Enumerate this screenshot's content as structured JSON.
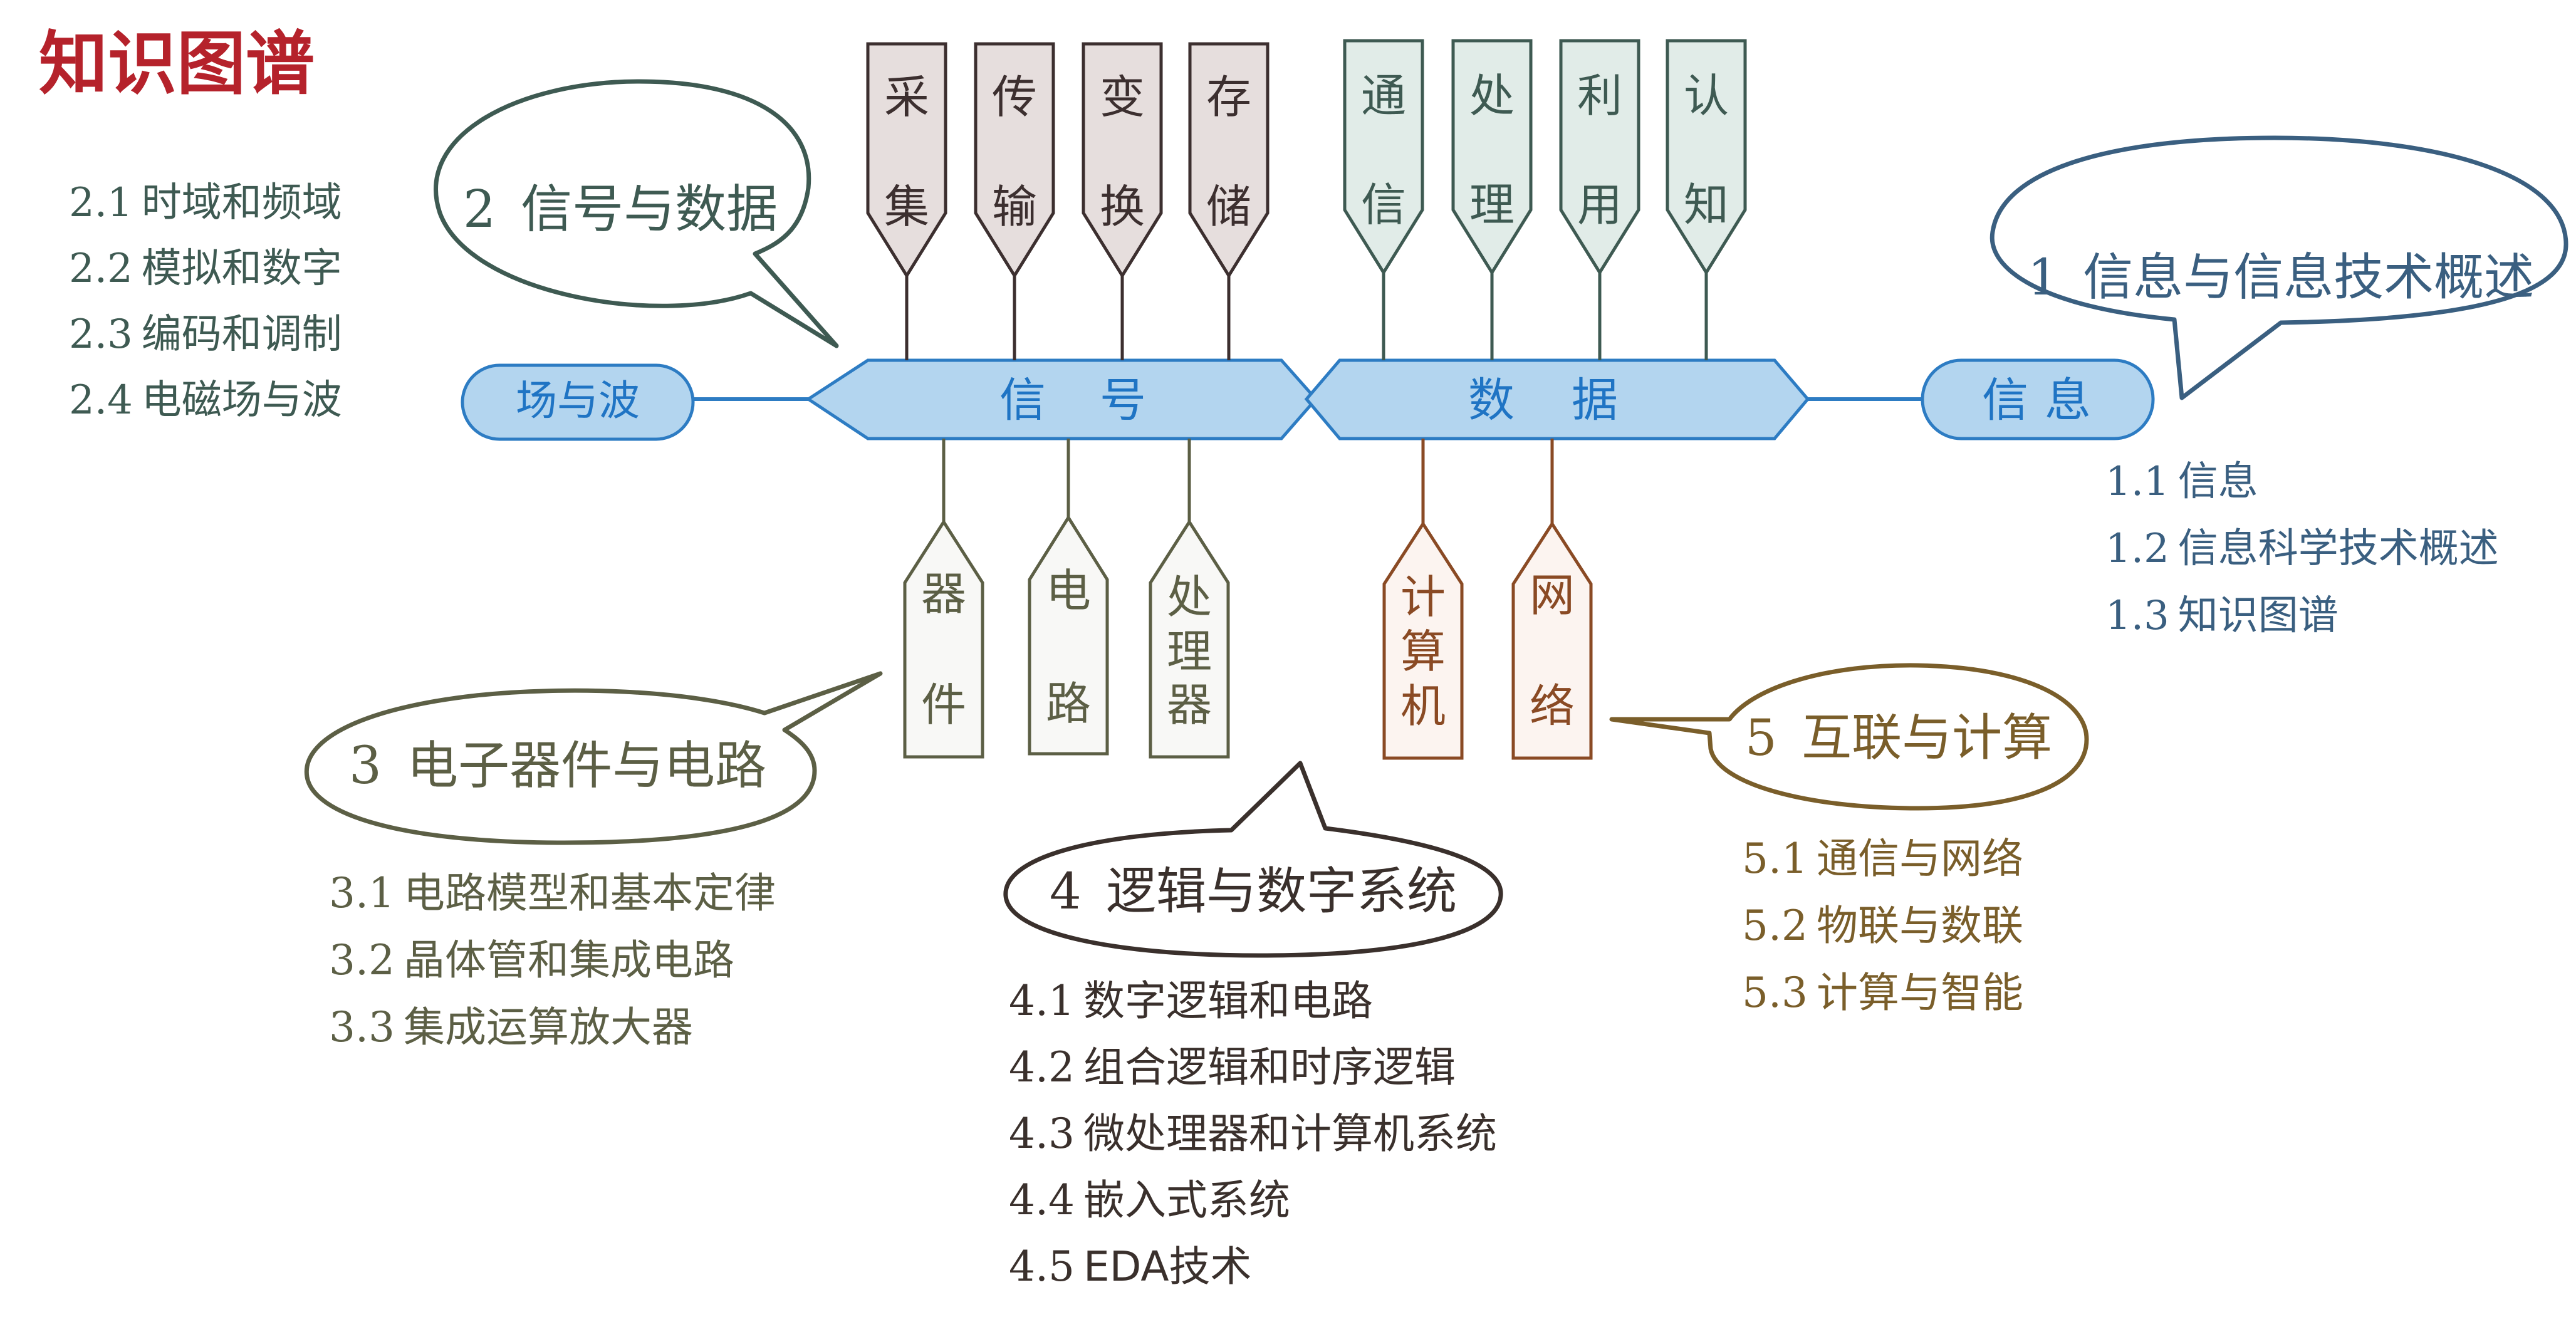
{
  "title": "知识图谱",
  "colors": {
    "title": "#b5222b",
    "spine_fill": "#b3d5ef",
    "spine_stroke": "#2d7cc3",
    "spine_text": "#1f74c4",
    "ch1": "#3a5f80",
    "ch2": "#3e5a52",
    "ch3": "#5a5a3e",
    "ch4": "#3a302c",
    "ch5": "#7a5e2a",
    "tag_brown_fill": "#e6dedd",
    "tag_brown_stroke": "#3c2f2f",
    "tag_green_fill": "#e1ece8",
    "tag_green_stroke": "#3e5a52",
    "tag_olive_fill": "#f8f8f6",
    "tag_olive_stroke": "#5c5f45",
    "tag_rust_fill": "#fcf4f0",
    "tag_rust_stroke": "#8a4a24"
  },
  "spine": {
    "left_node": "场与波",
    "signal": [
      "信",
      "号"
    ],
    "data": [
      "数",
      "据"
    ],
    "right_node": [
      "信",
      "息"
    ]
  },
  "top_tags_signal": [
    {
      "chars": [
        "采",
        "集"
      ]
    },
    {
      "chars": [
        "传",
        "输"
      ]
    },
    {
      "chars": [
        "变",
        "换"
      ]
    },
    {
      "chars": [
        "存",
        "储"
      ]
    }
  ],
  "top_tags_data": [
    {
      "chars": [
        "通",
        "信"
      ]
    },
    {
      "chars": [
        "处",
        "理"
      ]
    },
    {
      "chars": [
        "利",
        "用"
      ]
    },
    {
      "chars": [
        "认",
        "知"
      ]
    }
  ],
  "bottom_tags_circuit": [
    {
      "chars": [
        "器",
        "件"
      ]
    },
    {
      "chars": [
        "电",
        "路"
      ]
    },
    {
      "chars": [
        "处",
        "理",
        "器"
      ]
    }
  ],
  "bottom_tags_compute": [
    {
      "chars": [
        "计",
        "算",
        "机"
      ]
    },
    {
      "chars": [
        "网",
        "络"
      ]
    }
  ],
  "chapters": {
    "ch1": {
      "num": "1",
      "label": "信息与信息技术概述",
      "sections": [
        {
          "num": "1.1",
          "text": "信息"
        },
        {
          "num": "1.2",
          "text": "信息科学技术概述"
        },
        {
          "num": "1.3",
          "text": "知识图谱"
        }
      ]
    },
    "ch2": {
      "num": "2",
      "label": "信号与数据",
      "sections": [
        {
          "num": "2.1",
          "text": "时域和频域"
        },
        {
          "num": "2.2",
          "text": "模拟和数字"
        },
        {
          "num": "2.3",
          "text": "编码和调制"
        },
        {
          "num": "2.4",
          "text": "电磁场与波"
        }
      ]
    },
    "ch3": {
      "num": "3",
      "label": "电子器件与电路",
      "sections": [
        {
          "num": "3.1",
          "text": "电路模型和基本定律"
        },
        {
          "num": "3.2",
          "text": "晶体管和集成电路"
        },
        {
          "num": "3.3",
          "text": "集成运算放大器"
        }
      ]
    },
    "ch4": {
      "num": "4",
      "label": "逻辑与数字系统",
      "sections": [
        {
          "num": "4.1",
          "text": "数字逻辑和电路"
        },
        {
          "num": "4.2",
          "text": "组合逻辑和时序逻辑"
        },
        {
          "num": "4.3",
          "text": "微处理器和计算机系统"
        },
        {
          "num": "4.4",
          "text": "嵌入式系统"
        },
        {
          "num": "4.5",
          "text": "EDA技术"
        }
      ]
    },
    "ch5": {
      "num": "5",
      "label": "互联与计算",
      "sections": [
        {
          "num": "5.1",
          "text": "通信与网络"
        },
        {
          "num": "5.2",
          "text": "物联与数联"
        },
        {
          "num": "5.3",
          "text": "计算与智能"
        }
      ]
    }
  }
}
